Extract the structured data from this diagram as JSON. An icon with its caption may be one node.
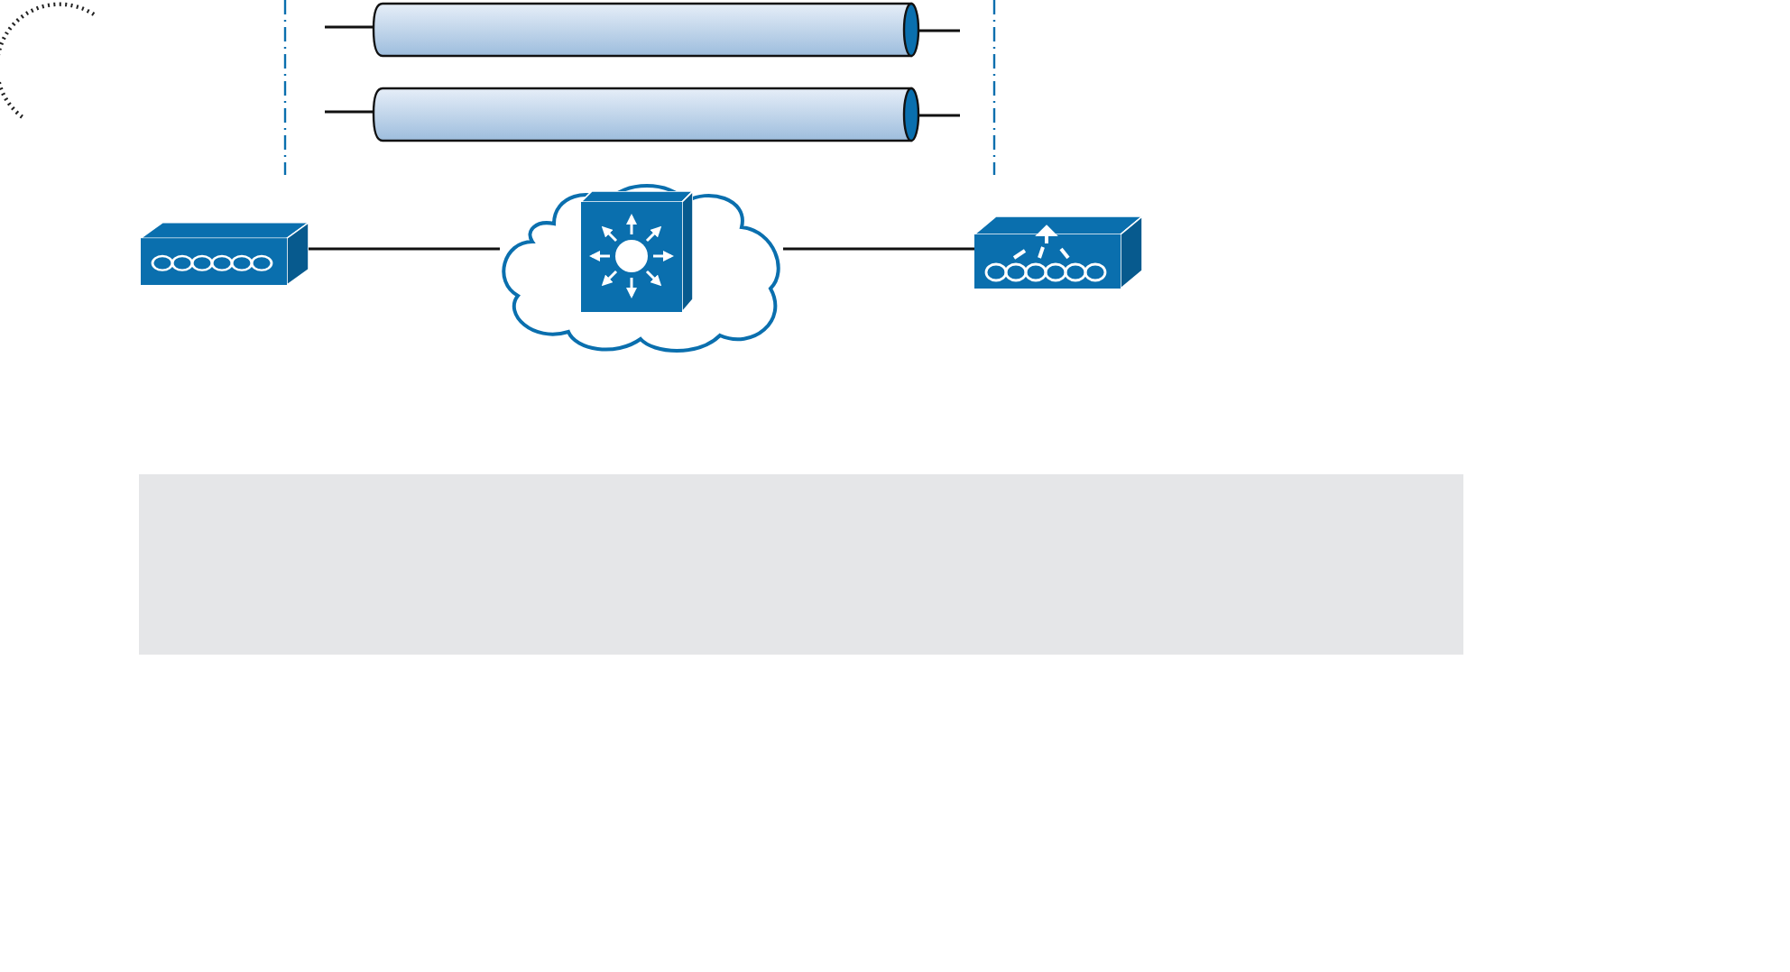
{
  "diagram": {
    "nodes": [
      {
        "text": [],
        "shape": "box"
      },
      {
        "text": [],
        "shape": "cloud"
      },
      {
        "text": [],
        "shape": "box",
        "in": 1
      },
      {
        "text": [],
        "shape": "box"
      }
    ],
    "edges": [
      {
        "from": 0,
        "to": 1,
        "arrow": "none"
      },
      {
        "from": 1,
        "to": 3,
        "arrow": "none"
      }
    ]
  }
}
